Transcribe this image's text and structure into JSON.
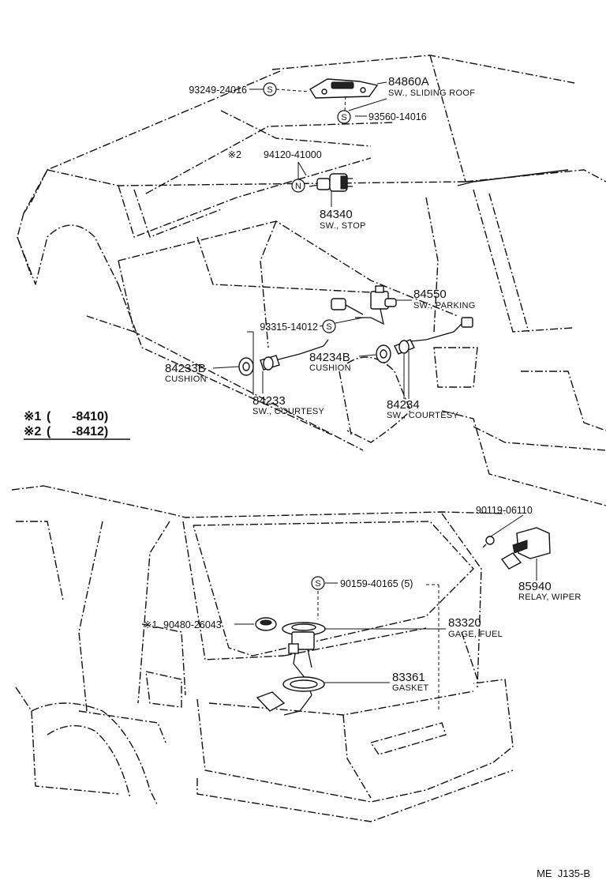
{
  "diagram": {
    "reference": "ME  J135-B",
    "legend": [
      {
        "mark": "※1",
        "text": "(      -8410)"
      },
      {
        "mark": "※2",
        "text": "(      -8412)"
      }
    ],
    "parts": [
      {
        "id": "p84860A",
        "number": "84860A",
        "desc": "SW., SLIDING ROOF"
      },
      {
        "id": "p84340",
        "number": "84340",
        "desc": "SW., STOP"
      },
      {
        "id": "p84550",
        "number": "84550",
        "desc": "SW., PARKING"
      },
      {
        "id": "p84234B",
        "number": "84234B",
        "desc": "CUSHION"
      },
      {
        "id": "p84233B",
        "number": "84233B",
        "desc": "CUSHION"
      },
      {
        "id": "p84233",
        "number": "84233",
        "desc": "SW., COURTESY"
      },
      {
        "id": "p84234",
        "number": "84234",
        "desc": "SW., COURTESY"
      },
      {
        "id": "p85940",
        "number": "85940",
        "desc": "RELAY, WIPER"
      },
      {
        "id": "p83320",
        "number": "83320",
        "desc": "GAGE, FUEL"
      },
      {
        "id": "p83361",
        "number": "83361",
        "desc": "GASKET"
      }
    ],
    "fasteners": [
      {
        "id": "f93249",
        "number": "93249-24016",
        "mark": "S"
      },
      {
        "id": "f93560",
        "number": "93560-14016",
        "mark": "S"
      },
      {
        "id": "f94120",
        "prefix": "※2",
        "number": "94120-41000",
        "mark": "N"
      },
      {
        "id": "f93315",
        "number": "93315-14012",
        "mark": "S"
      },
      {
        "id": "f90119",
        "number": "90119-06110"
      },
      {
        "id": "f90159",
        "number": "90159-40165 (5)",
        "mark": "S"
      },
      {
        "id": "f90480",
        "prefix": "※1",
        "number": "90480-26043"
      }
    ]
  }
}
